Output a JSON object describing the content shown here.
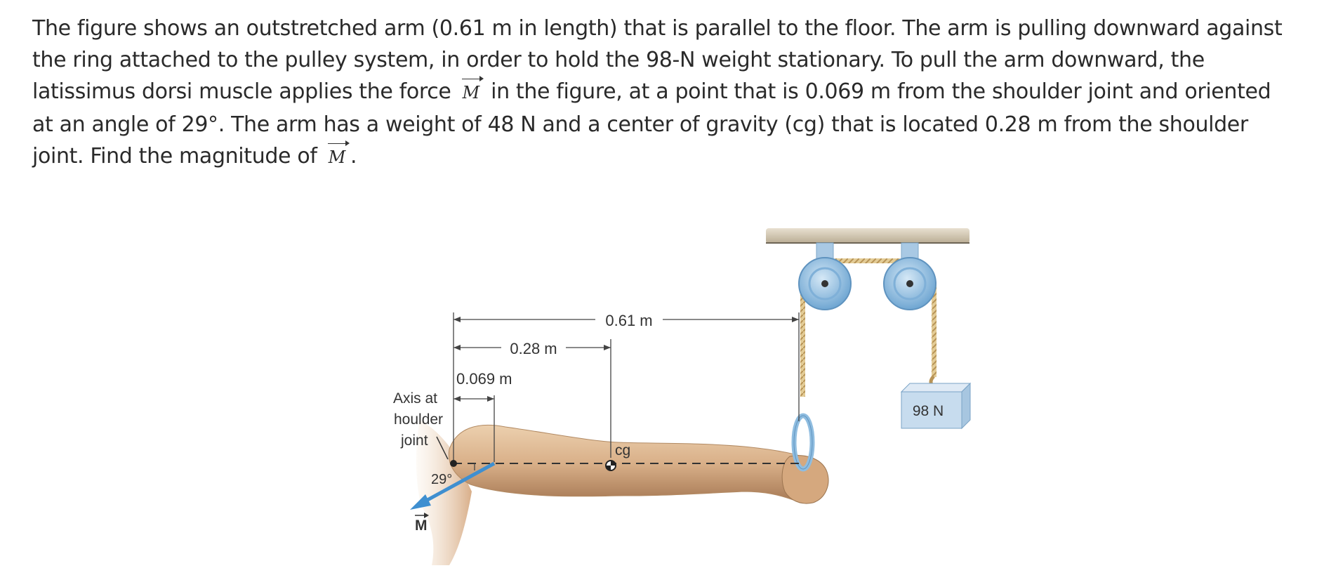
{
  "problem": {
    "seg1": "The figure shows an outstretched arm (0.61 m in length) that is parallel to the floor. The arm is pulling downward against the ring attached to the pulley system, in order to hold the 98-N weight stationary. To pull the arm downward, the latissimus dorsi muscle applies the force",
    "vec1": "M",
    "seg2": "in the figure, at a point that is 0.069 m from the shoulder joint and oriented at an angle of 29°. The arm has a weight of 48 N and a center of gravity (cg) that is located 0.28 m from the shoulder joint. Find the magnitude of",
    "vec2": "M",
    "seg3": "."
  },
  "figure": {
    "dim_arm": "0.61 m",
    "dim_cg": "0.28 m",
    "dim_muscle": "0.069 m",
    "axis_line1": "Axis at",
    "axis_line2": "houlder",
    "axis_line3": "joint",
    "angle_label": "29°",
    "cg_label": "cg",
    "force_label": "M",
    "weight_label": "98 N",
    "colors": {
      "force_arrow": "#3f8fd0",
      "pulley": "#8fbde0",
      "weight_block": "#c7dcee",
      "ceiling": "#cbbfa8",
      "rope": "#d8c08a",
      "skin": "#d9b089"
    }
  }
}
